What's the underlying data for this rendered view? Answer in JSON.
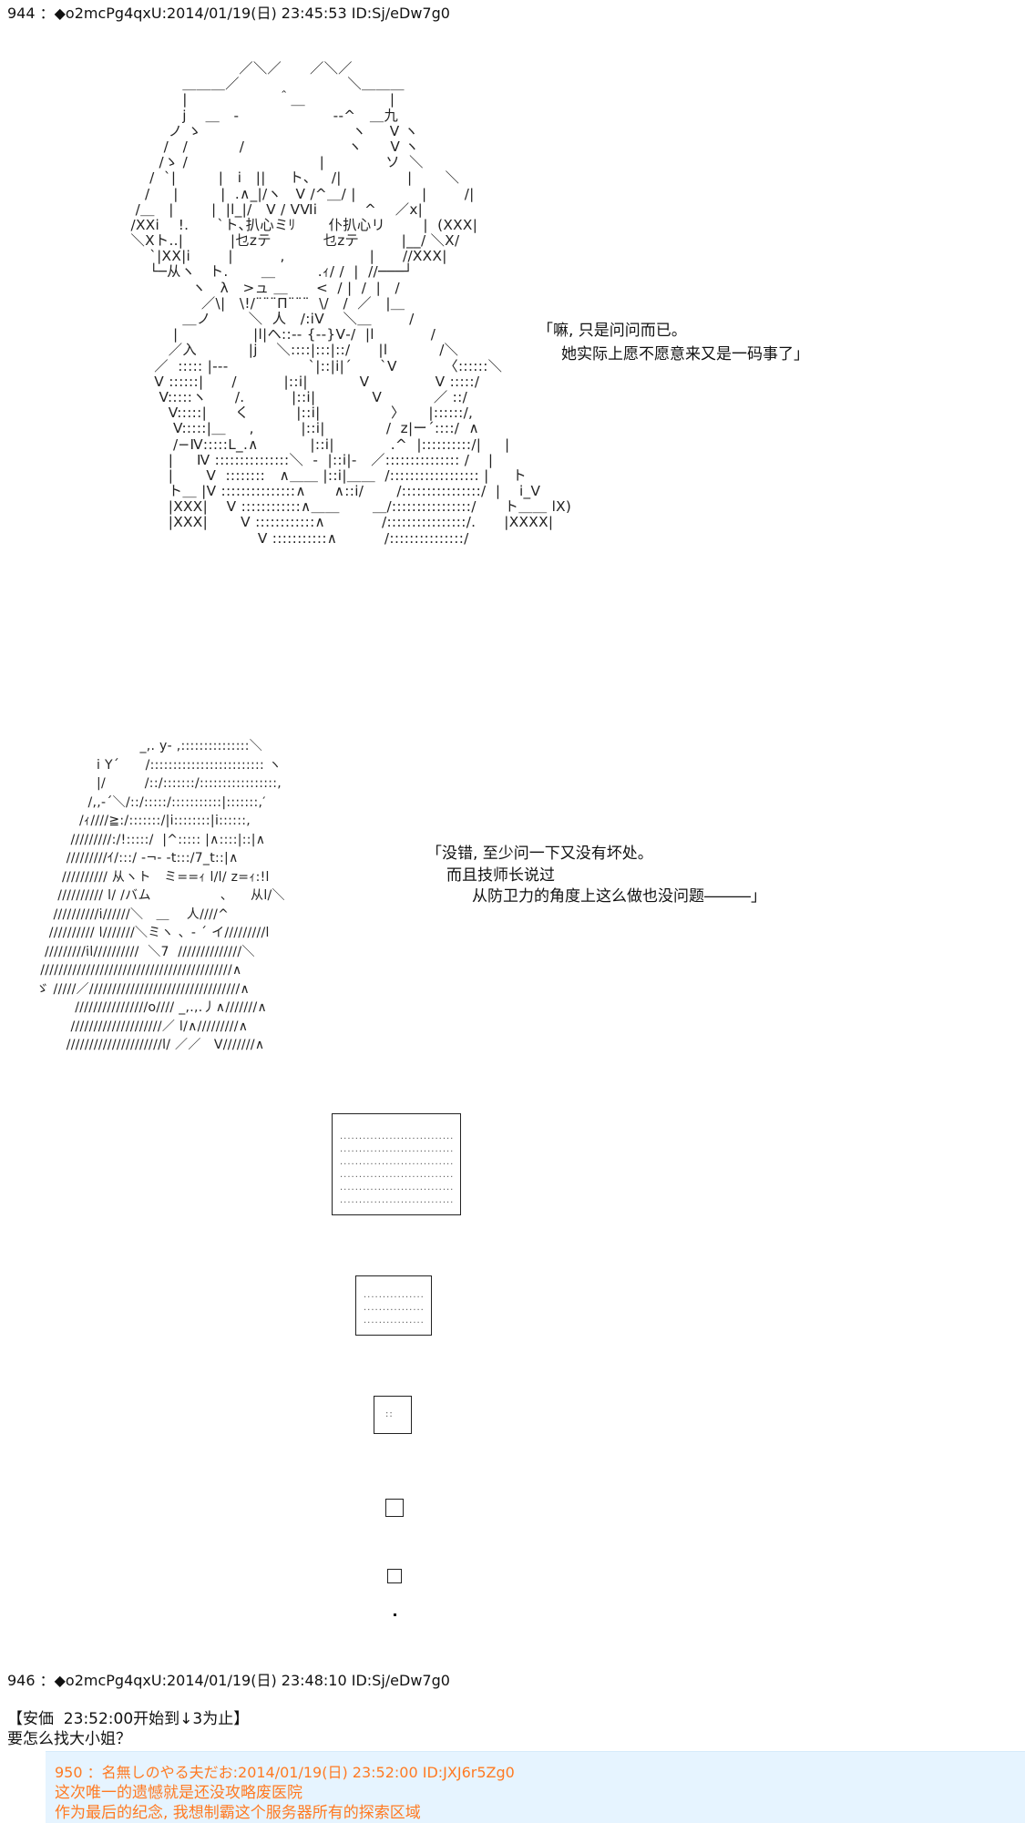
{
  "post1": {
    "header": "944 ：◆o2mcPg4qxU:2014/01/19(日) 23:45:53 ID:Sj/eDw7g0"
  },
  "aa1": {
    "lines": [
      "                          ／＼／      ／＼／",
      "              ＿＿＿／                       ＼＿＿＿",
      "              |                   ＾＿                  |",
      "              j    ＿   ‐                    ‐‐^   ＿九",
      "           ノ ゝ                                ヽ     V ヽ",
      "          /   /           /                      ヽ      V ヽ",
      "         /ゝ /                            |             ソ  ＼",
      "       /  `|         |   i   ||     ト、   /|              |       ＼",
      "      /     |         |  .∧_|/ヽ   V /^＿/ |              |        /|",
      "    /＿   |        |  |l_|/   V / VⅥi          ^    ／x|",
      "   /XXi    !.      `ト､扒心ミﾘ       仆扒心リ        |  (XXX|",
      "   ＼Xト..|          |乜zテ           乜zテ         |__/ ＼X/",
      "       `|XX|i        |          ,                  |      //XXX|",
      "       └─从ヽ   ト.       ＿         .ｨ/ /  |  //───┘",
      "                ヽ   λ   >ュ ＿      <  / |  /  |   /",
      "                  ／\\|   \\!/¨¨¨Π¨¨¨  \\/   /  ／   |＿",
      "              ＿ノ        ＼  人   /:iV    ＼＿        /",
      "            |                |l|ヘ::‐‐ {‐‐}V‐/  |l            /",
      "           ／入           |j    ＼::::|:::|::/      |l           /＼",
      "        ／  ::::: |‐‐‐                 `|::|i|´      `V          〈::::::＼",
      "        V ::::::|      /          |::i|           V              V :::::/",
      "         V:::::ヽ      /.          |::i|            V           ／ ::/",
      "           V:::::|      く          |::i|               〉     |::::::/,",
      "            V:::::|＿     ,          |::i|             /  z|ー´::::/  ∧",
      "            /−Ⅳ:::::L_.∧           |::i|            .^  |::::::::::/|     |",
      "           |     Ⅳ :::::::::::::::＼  ‐  |::i|‐   ／::::::::::::::: /    |",
      "           |       V  ::::::::   ∧＿＿ |::i|＿＿  /:::::::::::::::::: |     ト",
      "           ト＿ |V :::::::::::::::∧      ∧::i/       /::::::::::::::::/  |    i_V",
      "           |XXX|    V ::::::::::::∧＿＿       ＿/::::::::::::::::/      ト＿＿ lX)",
      "           |XXX|       V ::::::::::::∧            /::::::::::::::::/.      |XXXX|",
      "                              V :::::::::::∧          /:::::::::::::::/"
    ]
  },
  "speech1": {
    "line1": "「嘛, 只是问问而已。",
    "line2": "她实际上愿不愿意来又是一码事了」"
  },
  "aa2": {
    "lines": [
      "                          _,. y‐ ,:::::::::::::::＼",
      "                i Y´      /::::::::::::::::::::::::: ヽ",
      "                |/         /::/:::::::/:::::::::::::::::,",
      "              /,,‐´＼/::/:::::/:::::::::::|:::::::,′",
      "            /ｨ////≧:/:::::::/|i::::::::|i::::::,",
      "          /////////:/!:::::/  |^::::: |∧::::|::|∧",
      "         /////////ｲ/:::/ ‐¬‐ ‐t:::/7_t::|∧",
      "        ////////// 从ヽト   ミ==ｨ l/l/ z=ｨ:!l",
      "       ////////// l/ /バム                、    从l/＼",
      "      //////////i//////＼   ＿    人////^",
      "     ////////// l///////＼ミヽ 、‐ ´ イ/////////l",
      "    /////////il//////////  ＼7  //////////////＼",
      "   //////////////////////////////////////////∧",
      "  ゞ /////／/////////////////////////////////∧",
      "           ////////////////o//// _,.,.丿∧///////∧",
      "          ////////////////////／ l/∧/////////∧",
      "         /////////////////////l/ ／／   V///////∧"
    ]
  },
  "speech2": {
    "line1": "「没错, 至少问一下又没有坏处。",
    "line2": "而且技师长说过",
    "line3": "从防卫力的角度上这么做也没问题―――」"
  },
  "post2": {
    "header": "946 ：◆o2mcPg4qxU:2014/01/19(日) 23:48:10 ID:Sj/eDw7g0",
    "line1": "【安価  23:52:00开始到↓3为止】",
    "line2": "要怎么找大小姐？"
  },
  "reply": {
    "header": "950 ：名無しのやる夫だお:2014/01/19(日) 23:52:00 ID:JXJ6r5Zg0",
    "line1": "这次唯一的遗憾就是还没攻略废医院",
    "line2": "作为最后的纪念, 我想制霸这个服务器所有的探索区域"
  },
  "colors": {
    "reply_background": "#e6f4ff",
    "reply_text": "#ff7a22"
  }
}
